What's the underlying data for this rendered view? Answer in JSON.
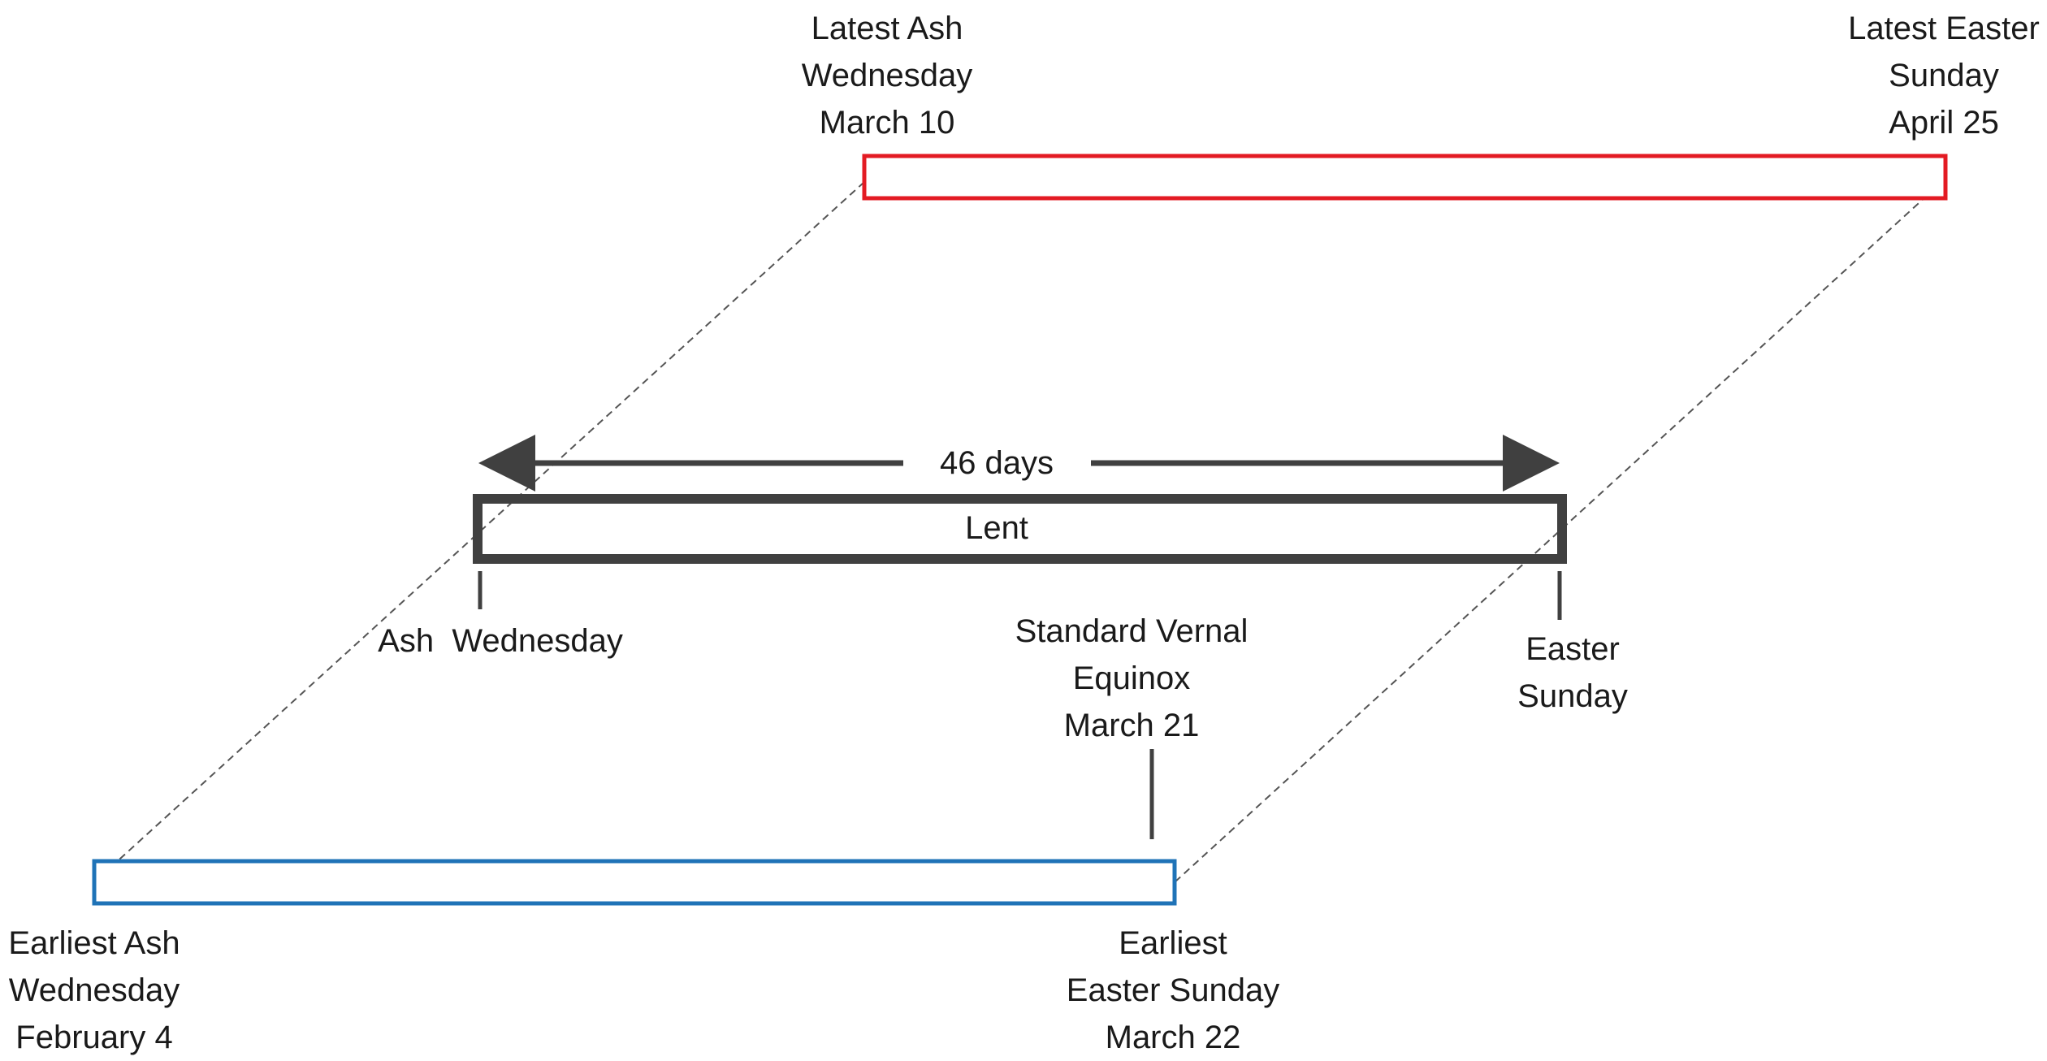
{
  "colors": {
    "latest": "#e31b23",
    "earliest": "#1f73b7",
    "lent": "#404040",
    "guide": "#555555",
    "text": "#1a1a1a"
  },
  "latest_bar": {
    "start_label": [
      "Latest Ash",
      "Wednesday",
      "March 10"
    ],
    "end_label": [
      "Latest Easter",
      "Sunday",
      "April 25"
    ]
  },
  "lent_bar": {
    "title": "Lent",
    "duration": "46 days",
    "start_label": "Ash  Wednesday",
    "end_label": [
      "Easter",
      "Sunday"
    ]
  },
  "equinox": {
    "label": [
      "Standard Vernal",
      "Equinox",
      "March 21"
    ]
  },
  "earliest_bar": {
    "start_label": [
      "Earliest Ash",
      "Wednesday",
      "February 4"
    ],
    "end_label": [
      "Earliest",
      "Easter Sunday",
      "March 22"
    ]
  }
}
